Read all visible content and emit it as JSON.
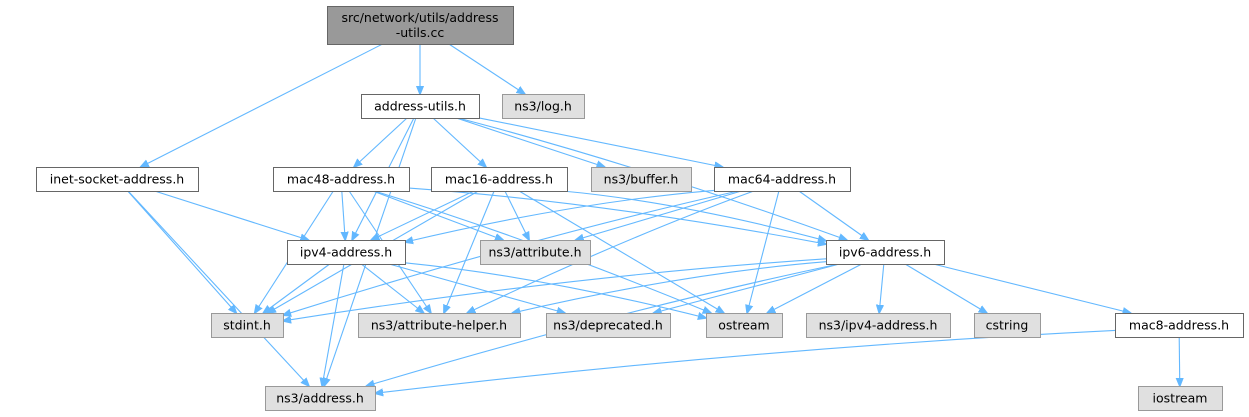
{
  "colors": {
    "edge": "#63b8ff",
    "root_fill": "#999999",
    "local_fill": "#ffffff",
    "external_fill": "#e0e0e0"
  },
  "nodes": [
    {
      "id": "root",
      "kind": "root",
      "lines": [
        "src/network/utils/address",
        "-utils.cc"
      ]
    },
    {
      "id": "address-utils",
      "kind": "local",
      "lines": [
        "address-utils.h"
      ]
    },
    {
      "id": "ns3-log",
      "kind": "ext",
      "lines": [
        "ns3/log.h"
      ]
    },
    {
      "id": "inet-socket-address",
      "kind": "local",
      "lines": [
        "inet-socket-address.h"
      ]
    },
    {
      "id": "mac48-address",
      "kind": "local",
      "lines": [
        "mac48-address.h"
      ]
    },
    {
      "id": "mac16-address",
      "kind": "local",
      "lines": [
        "mac16-address.h"
      ]
    },
    {
      "id": "ns3-buffer",
      "kind": "ext",
      "lines": [
        "ns3/buffer.h"
      ]
    },
    {
      "id": "mac64-address",
      "kind": "local",
      "lines": [
        "mac64-address.h"
      ]
    },
    {
      "id": "ipv4-address",
      "kind": "local",
      "lines": [
        "ipv4-address.h"
      ]
    },
    {
      "id": "ns3-attribute",
      "kind": "ext",
      "lines": [
        "ns3/attribute.h"
      ]
    },
    {
      "id": "ipv6-address",
      "kind": "local",
      "lines": [
        "ipv6-address.h"
      ]
    },
    {
      "id": "stdint",
      "kind": "ext",
      "lines": [
        "stdint.h"
      ]
    },
    {
      "id": "ns3-attribute-helper",
      "kind": "ext",
      "lines": [
        "ns3/attribute-helper.h"
      ]
    },
    {
      "id": "ns3-deprecated",
      "kind": "ext",
      "lines": [
        "ns3/deprecated.h"
      ]
    },
    {
      "id": "ostream",
      "kind": "ext",
      "lines": [
        "ostream"
      ]
    },
    {
      "id": "ns3-ipv4-address",
      "kind": "ext",
      "lines": [
        "ns3/ipv4-address.h"
      ]
    },
    {
      "id": "cstring",
      "kind": "ext",
      "lines": [
        "cstring"
      ]
    },
    {
      "id": "mac8-address",
      "kind": "local",
      "lines": [
        "mac8-address.h"
      ]
    },
    {
      "id": "ns3-address",
      "kind": "ext",
      "lines": [
        "ns3/address.h"
      ]
    },
    {
      "id": "iostream",
      "kind": "ext",
      "lines": [
        "iostream"
      ]
    }
  ],
  "edges": [
    [
      "root",
      "address-utils"
    ],
    [
      "root",
      "ns3-log"
    ],
    [
      "root",
      "inet-socket-address"
    ],
    [
      "address-utils",
      "mac48-address"
    ],
    [
      "address-utils",
      "mac16-address"
    ],
    [
      "address-utils",
      "ns3-buffer"
    ],
    [
      "address-utils",
      "mac64-address"
    ],
    [
      "address-utils",
      "ipv4-address"
    ],
    [
      "address-utils",
      "ipv6-address"
    ],
    [
      "address-utils",
      "ns3-address"
    ],
    [
      "inet-socket-address",
      "ipv4-address"
    ],
    [
      "inet-socket-address",
      "stdint"
    ],
    [
      "inet-socket-address",
      "ns3-address"
    ],
    [
      "mac48-address",
      "ipv4-address"
    ],
    [
      "mac48-address",
      "ns3-attribute"
    ],
    [
      "mac48-address",
      "ipv6-address"
    ],
    [
      "mac48-address",
      "stdint"
    ],
    [
      "mac48-address",
      "ns3-attribute-helper"
    ],
    [
      "mac48-address",
      "ostream"
    ],
    [
      "mac16-address",
      "ipv4-address"
    ],
    [
      "mac16-address",
      "ns3-attribute"
    ],
    [
      "mac16-address",
      "ipv6-address"
    ],
    [
      "mac16-address",
      "stdint"
    ],
    [
      "mac16-address",
      "ns3-attribute-helper"
    ],
    [
      "mac16-address",
      "ostream"
    ],
    [
      "mac64-address",
      "ipv4-address"
    ],
    [
      "mac64-address",
      "ns3-attribute"
    ],
    [
      "mac64-address",
      "ipv6-address"
    ],
    [
      "mac64-address",
      "stdint"
    ],
    [
      "mac64-address",
      "ns3-attribute-helper"
    ],
    [
      "mac64-address",
      "ostream"
    ],
    [
      "ipv4-address",
      "stdint"
    ],
    [
      "ipv4-address",
      "ns3-attribute-helper"
    ],
    [
      "ipv4-address",
      "ns3-deprecated"
    ],
    [
      "ipv4-address",
      "ostream"
    ],
    [
      "ipv4-address",
      "ns3-address"
    ],
    [
      "ipv6-address",
      "stdint"
    ],
    [
      "ipv6-address",
      "ns3-attribute-helper"
    ],
    [
      "ipv6-address",
      "ns3-deprecated"
    ],
    [
      "ipv6-address",
      "ostream"
    ],
    [
      "ipv6-address",
      "ns3-ipv4-address"
    ],
    [
      "ipv6-address",
      "cstring"
    ],
    [
      "ipv6-address",
      "mac8-address"
    ],
    [
      "ipv6-address",
      "ns3-address"
    ],
    [
      "mac8-address",
      "ns3-address"
    ],
    [
      "mac8-address",
      "iostream"
    ]
  ]
}
